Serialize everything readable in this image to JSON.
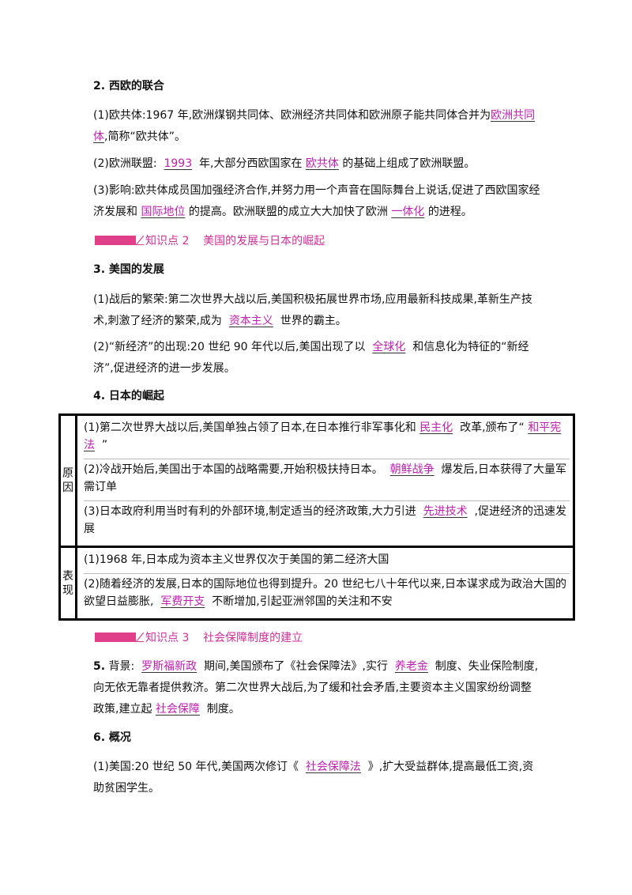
{
  "s2": {
    "title": "2. 西欧的联合",
    "p1_pre": "(1)欧共体:1967 年,欧洲煤钢共同体、欧洲经济共同体和欧洲原子能共同体合并为",
    "p1_ans": "欧洲共同体",
    "p1_post": ",简称“欧共体”。",
    "p2_pre": "(2)欧洲联盟:",
    "p2_ans1": "1993",
    "p2_mid": "年,大部分西欧国家在",
    "p2_ans2": "欧共体",
    "p2_post": "的基础上组成了欧洲联盟。",
    "p3_pre": "(3)影响:欧共体成员国加强经济合作,并努力用一个声音在国际舞台上说话,促进了西欧国家经济发展和",
    "p3_ans1": "国际地位",
    "p3_mid": "的提高。欧洲联盟的成立大大加快了欧洲",
    "p3_ans2": "一体化",
    "p3_post": "的进程。"
  },
  "banner1": "知识点 2    美国的发展与日本的崛起",
  "s3": {
    "title": "3. 美国的发展",
    "p1_pre": "(1)战后的繁荣:第二次世界大战以后,美国积极拓展世界市场,应用最新科技成果,革新生产技术,刺激了经济的繁荣,成为",
    "p1_ans": "资本主义",
    "p1_post": "世界的霸主。",
    "p2_pre": "(2)“新经济”的出现:20 世纪 90 年代以后,美国出现了以",
    "p2_ans": "全球化",
    "p2_post": "和信息化为特征的“新经济”,促进经济的进一步发展。"
  },
  "s4": {
    "title": "4. 日本的崛起",
    "row1_label": "原因",
    "r1_1_pre": "(1)第二次世界大战以后,美国单独占领了日本,在日本推行非军事化和",
    "r1_1_ans1": "民主化",
    "r1_1_mid": "改革,颁布了“",
    "r1_1_ans2": "和平宪法",
    "r1_1_post": "”",
    "r1_2_pre": "(2)冷战开始后,美国出于本国的战略需要,开始积极扶持日本。",
    "r1_2_ans": "朝鲜战争",
    "r1_2_post": "爆发后,日本获得了大量军需订单",
    "r1_3_pre": "(3)日本政府利用当时有利的外部环境,制定适当的经济政策,大力引进",
    "r1_3_ans": "先进技术",
    "r1_3_post": ",促进经济的迅速发展",
    "row2_label": "表现",
    "r2_1": "(1)1968 年,日本成为资本主义世界仅次于美国的第二经济大国",
    "r2_2_pre": "(2)随着经济的发展,日本的国际地位也得到提升。20 世纪七八十年代以来,日本谋求成为政治大国的欲望日益膨胀,",
    "r2_2_ans": "军费开支",
    "r2_2_post": "不断增加,引起亚洲邻国的关注和不安"
  },
  "banner2": "知识点 3    社会保障制度的建立",
  "s5": {
    "pre": "背景:",
    "num": "5.",
    "ans1": "罗斯福新政",
    "mid1": "期间,美国颁布了《社会保障法》,实行",
    "ans2": "养老金",
    "mid2": "制度、失业保险制度,向无依无靠者提供救济。第二次世界大战后,为了缓和社会矛盾,主要资本主义国家纷纷调整政策,建立起",
    "ans3": "社会保障",
    "post": "制度。"
  },
  "s6": {
    "title": "6. 概况",
    "p1_pre": "(1)美国:20 世纪 50 年代,美国两次修订《",
    "p1_ans": "社会保障法",
    "p1_post": "》,扩大受益群体,提高最低工资,资助贫困学生。"
  },
  "colors": {
    "answer": "#c020b0",
    "banner": "#e0408a"
  }
}
